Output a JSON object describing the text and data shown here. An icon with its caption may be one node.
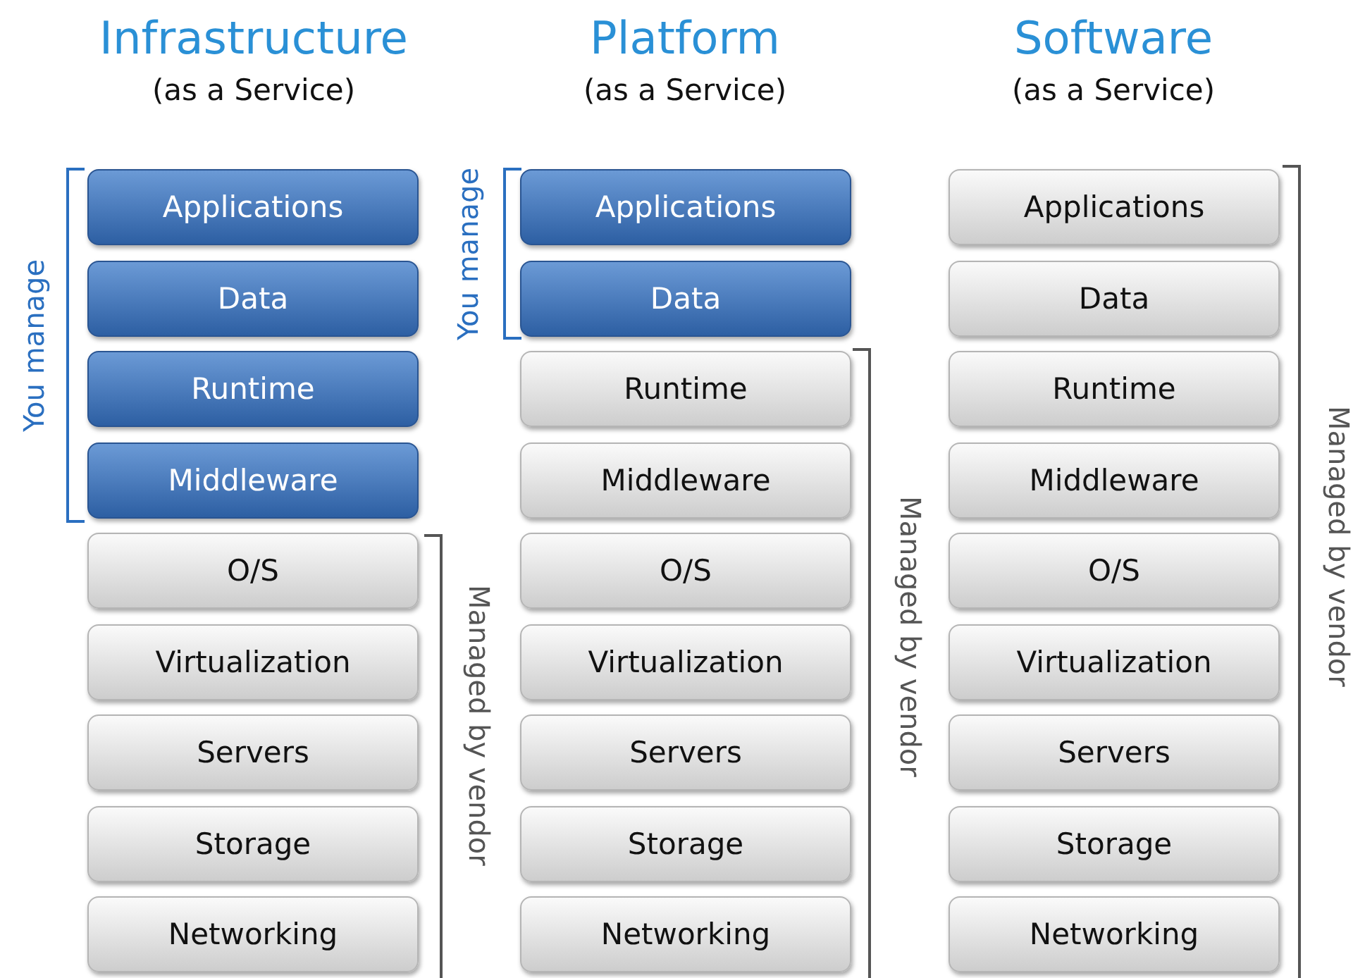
{
  "diagram": {
    "nodes": [
      {
        "text": [
          "Applications"
        ]
      },
      {
        "text": [
          "Data"
        ]
      },
      {
        "text": [
          "Runtime"
        ]
      },
      {
        "text": [
          "Middleware"
        ]
      },
      {
        "text": [
          "O/S"
        ]
      },
      {
        "text": [
          "Virtualization"
        ]
      },
      {
        "text": [
          "Servers"
        ]
      },
      {
        "text": [
          "Storage"
        ]
      },
      {
        "text": [
          "Networking"
        ]
      },
      {
        "text": [
          "Applications"
        ]
      },
      {
        "text": [
          "Data"
        ]
      },
      {
        "text": [
          "Runtime"
        ]
      },
      {
        "text": [
          "Middleware"
        ]
      },
      {
        "text": [
          "O/S"
        ]
      },
      {
        "text": [
          "Virtualization"
        ]
      },
      {
        "text": [
          "Servers"
        ]
      },
      {
        "text": [
          "Storage"
        ]
      },
      {
        "text": [
          "Networking"
        ]
      },
      {
        "text": [
          "Applications"
        ]
      },
      {
        "text": [
          "Data"
        ]
      },
      {
        "text": [
          "Runtime"
        ]
      },
      {
        "text": [
          "Middleware"
        ]
      },
      {
        "text": [
          "O/S"
        ]
      },
      {
        "text": [
          "Virtualization"
        ]
      },
      {
        "text": [
          "Servers"
        ]
      },
      {
        "text": [
          "Storage"
        ]
      },
      {
        "text": [
          "Networking"
        ]
      }
    ],
    "labels": [
      "Infrastructure",
      "(as a Service)",
      "Platform",
      "(as a Service)",
      "Software",
      "(as a Service)",
      "You manage",
      "Managed by vendor",
      "You manage",
      "Managed by vendor",
      "Managed by vendor"
    ]
  }
}
